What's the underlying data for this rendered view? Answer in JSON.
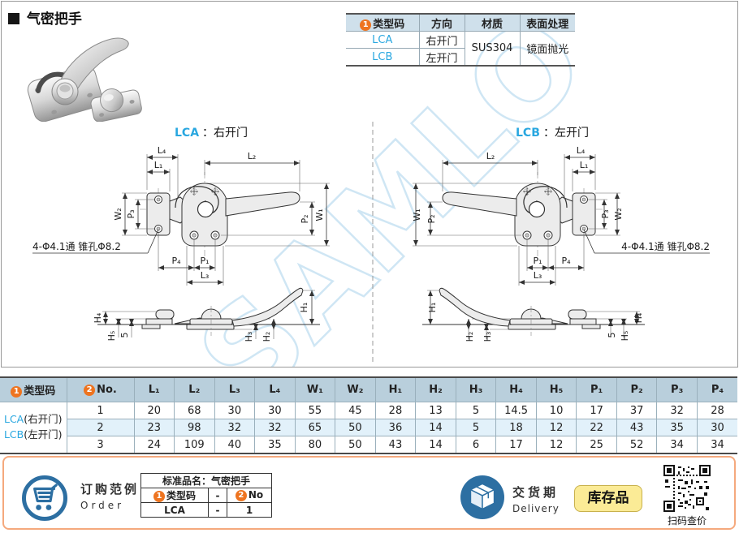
{
  "title": "气密把手",
  "spec_table": {
    "badge1": "1",
    "headers": {
      "type_code": "类型码",
      "direction": "方向",
      "material": "材质",
      "surface": "表面处理"
    },
    "rows": [
      {
        "code": "LCA",
        "direction": "右开门"
      },
      {
        "code": "LCB",
        "direction": "左开门"
      }
    ],
    "material": "SUS304",
    "surface": "镜面抛光"
  },
  "drawings": {
    "lca": {
      "code": "LCA",
      "label": "：右开门"
    },
    "lcb": {
      "code": "LCB",
      "label": "：左开门"
    },
    "hole_note": "4-Φ4.1通 锥孔Φ8.2",
    "watermark": "SAMLO",
    "dims": {
      "L1": "L₁",
      "L2": "L₂",
      "L3": "L₃",
      "L4": "L₄",
      "W1": "W₁",
      "W2": "W₂",
      "P1": "P₁",
      "P2": "P₂",
      "P3": "P₃",
      "P4": "P₄",
      "H1": "H₁",
      "H2": "H₂",
      "H3": "H₃",
      "H4": "H₄",
      "H5": "H₅",
      "five": "5"
    }
  },
  "dim_table": {
    "badge1": "1",
    "badge2": "2",
    "col_type": "类型码",
    "col_no": "No.",
    "headers": [
      "L₁",
      "L₂",
      "L₃",
      "L₄",
      "W₁",
      "W₂",
      "H₁",
      "H₂",
      "H₃",
      "H₄",
      "H₅",
      "P₁",
      "P₂",
      "P₃",
      "P₄"
    ],
    "type_codes": [
      {
        "code": "LCA",
        "label": "(右开门)"
      },
      {
        "code": "LCB",
        "label": "(左开门)"
      }
    ],
    "rows": [
      {
        "no": "1",
        "values": [
          "20",
          "68",
          "30",
          "30",
          "55",
          "45",
          "28",
          "13",
          "5",
          "14.5",
          "10",
          "17",
          "37",
          "32",
          "28"
        ]
      },
      {
        "no": "2",
        "values": [
          "23",
          "98",
          "32",
          "32",
          "65",
          "50",
          "36",
          "14",
          "5",
          "18",
          "12",
          "22",
          "43",
          "35",
          "30"
        ]
      },
      {
        "no": "3",
        "values": [
          "24",
          "109",
          "40",
          "35",
          "80",
          "50",
          "43",
          "14",
          "6",
          "17",
          "12",
          "25",
          "52",
          "34",
          "34"
        ]
      }
    ]
  },
  "footer": {
    "order_cn": "订购范例",
    "order_en": "Order",
    "std_label": "标准品名：",
    "std_name": "气密把手",
    "badge1": "1",
    "badge2": "2",
    "col_type": "类型码",
    "col_no": "No",
    "dash": "-",
    "example_code": "LCA",
    "example_dash": "-",
    "example_no": "1",
    "delivery_cn": "交货期",
    "delivery_en": "Delivery",
    "stock": "库存品",
    "qr_caption": "扫码查价"
  },
  "colors": {
    "accent_blue": "#29a7e0",
    "badge_orange": "#ee7420",
    "table_header_bg": "#b9cfdc",
    "row_highlight": "#e2f1fa",
    "footer_border": "#f5a97d",
    "icon_blue": "#2d6fa2",
    "stock_bg": "#fbeb96"
  }
}
